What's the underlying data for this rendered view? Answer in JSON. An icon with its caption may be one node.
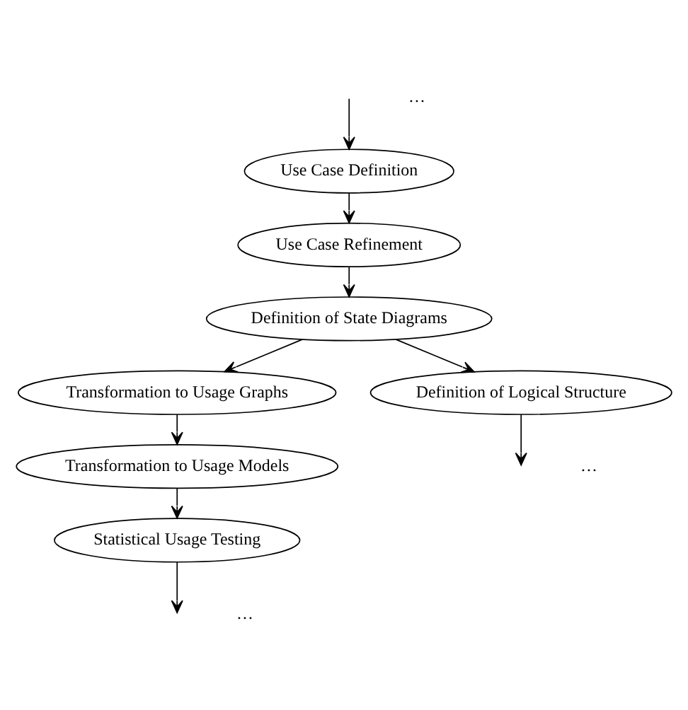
{
  "diagram": {
    "nodes": [
      {
        "text": [
          "Use Case Definition"
        ]
      },
      {
        "text": [
          "Use Case Refinement"
        ]
      },
      {
        "text": [
          "Definition of State Diagrams"
        ]
      },
      {
        "text": [
          "Transformation to Usage Graphs"
        ]
      },
      {
        "text": [
          "Definition of Logical Structure"
        ]
      },
      {
        "text": [
          "Transformation to Usage Models"
        ]
      },
      {
        "text": [
          "Statistical Usage Testing"
        ]
      }
    ],
    "edges": [
      {
        "from": null,
        "to": 0,
        "arrow": "to"
      },
      {
        "from": 0,
        "to": 1,
        "arrow": "to"
      },
      {
        "from": 1,
        "to": 2,
        "arrow": "to"
      },
      {
        "from": 2,
        "to": 4,
        "arrow": "to"
      },
      {
        "from": 2,
        "to": 3,
        "arrow": "to"
      },
      {
        "from": 3,
        "to": 5,
        "arrow": "to"
      },
      {
        "from": 5,
        "to": 6,
        "arrow": "to"
      },
      {
        "from": 4,
        "to": null,
        "arrow": "to"
      },
      {
        "from": 6,
        "to": null,
        "arrow": "to"
      }
    ],
    "labels": [
      "…",
      "…",
      "…"
    ]
  }
}
